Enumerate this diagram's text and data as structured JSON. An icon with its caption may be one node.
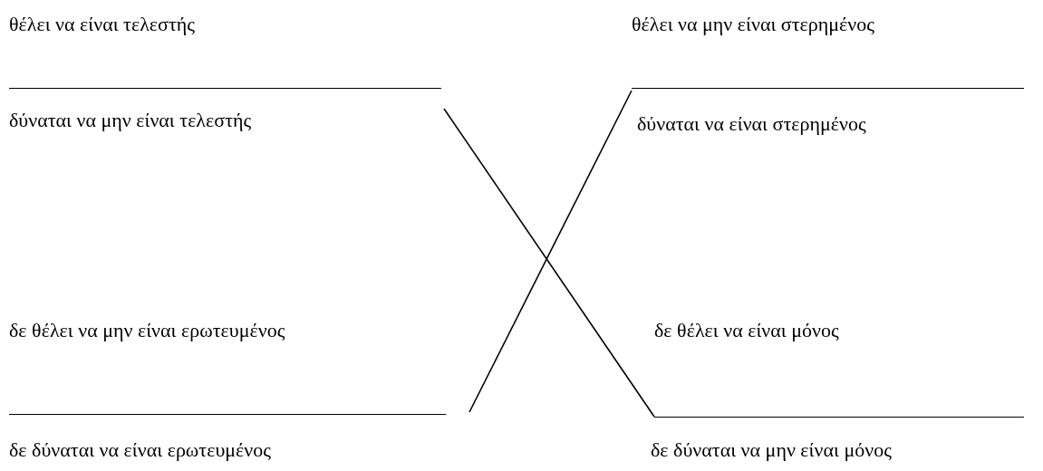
{
  "diagram": {
    "nodes": [
      {
        "text": [
          "θέλει να είναι τελεστής",
          "δύναται να μην είναι τελεστής"
        ]
      },
      {
        "text": [
          "θέλει να μην είναι στερημένος",
          "δύναται να είναι στερημένος"
        ]
      },
      {
        "text": [
          "δε θέλει να μην είναι ερωτευμένος",
          "δε δύναται να είναι ερωτευμένος"
        ]
      },
      {
        "text": [
          "δε θέλει να είναι μόνος",
          "δε δύναται να μην είναι μόνος"
        ]
      }
    ],
    "edges": [
      {
        "from": 0,
        "to": 3,
        "arrow": "none"
      },
      {
        "from": 2,
        "to": 1,
        "arrow": "none"
      }
    ]
  }
}
